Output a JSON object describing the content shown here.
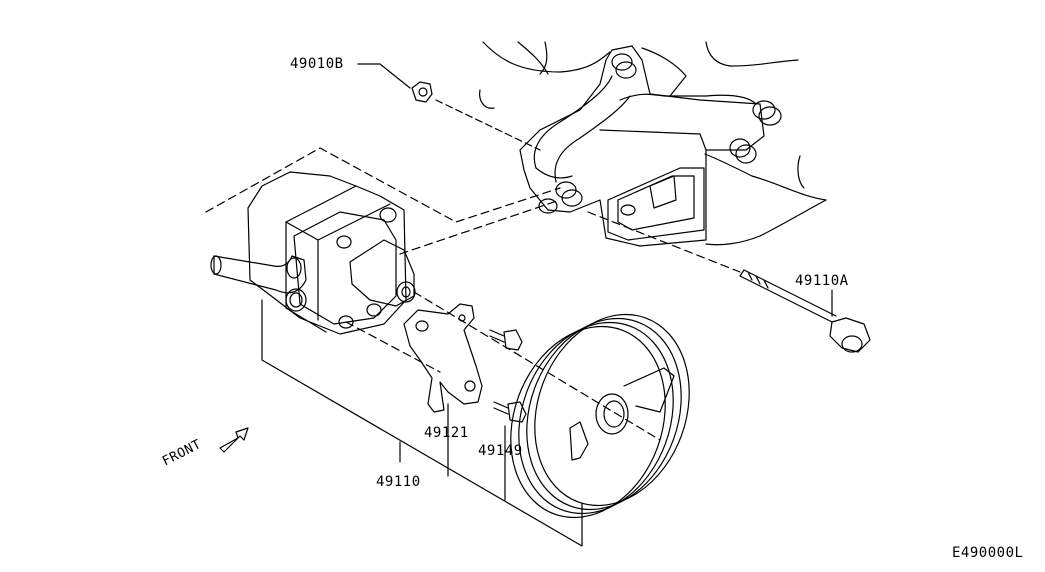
{
  "labels": {
    "nut": "49010B",
    "bolt": "49110A",
    "bracket": "49121",
    "screw": "49149",
    "pump": "49110",
    "front": "FRONT",
    "diagram_code": "E490000L"
  }
}
